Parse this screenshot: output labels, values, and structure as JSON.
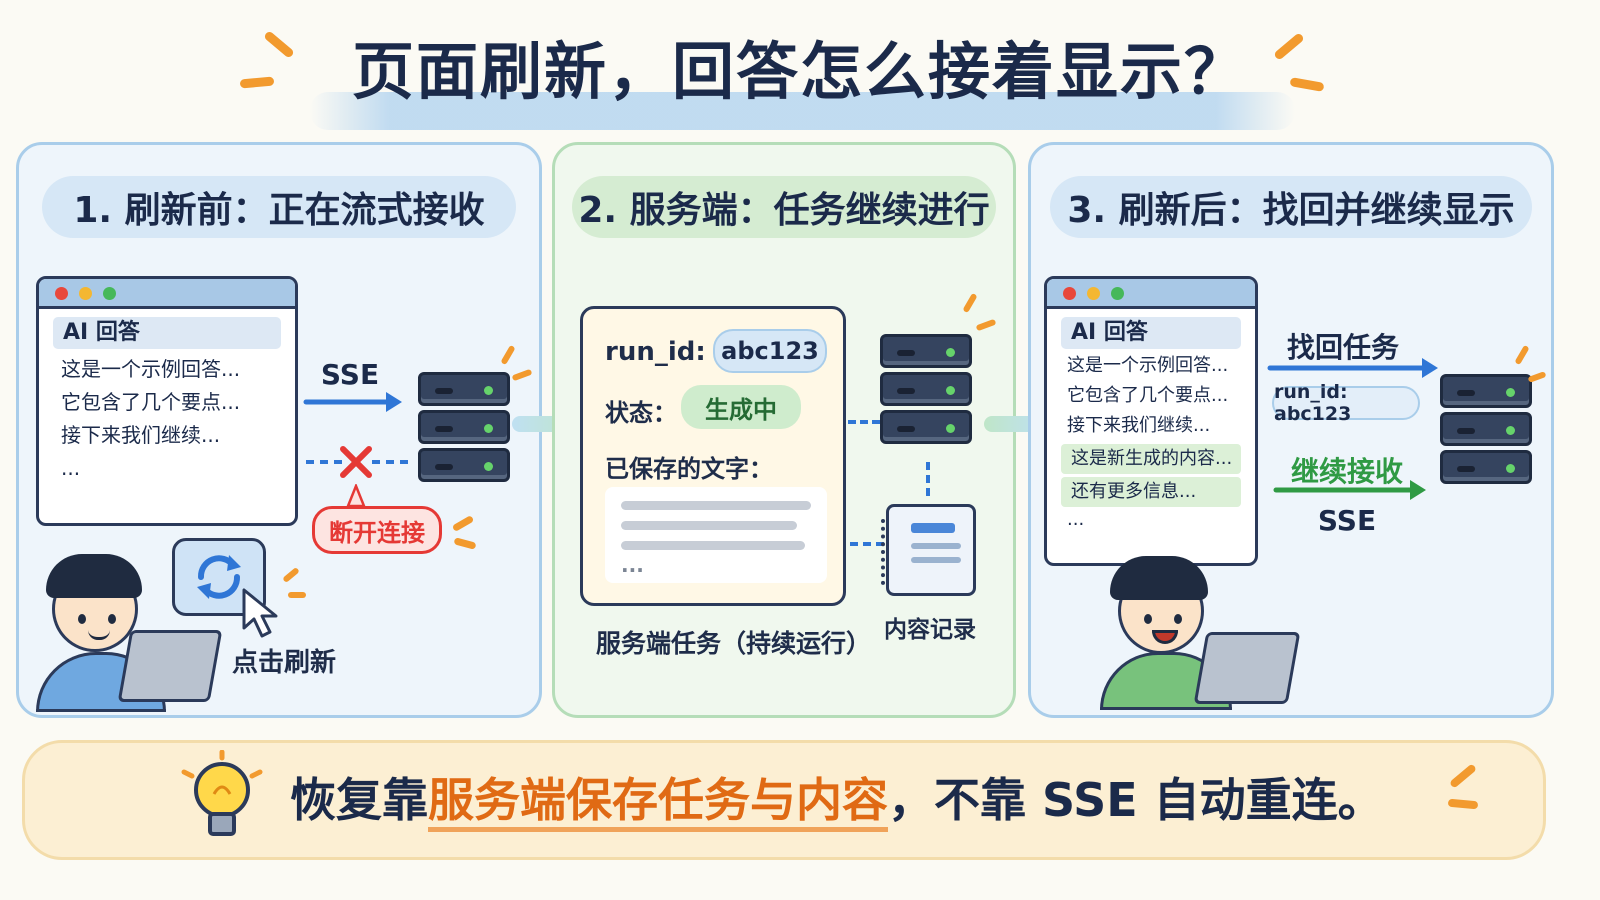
{
  "title": "页面刷新，回答怎么接着显示？",
  "panels": [
    {
      "heading": "1. 刷新前：正在流式接收",
      "browser": {
        "header": "AI 回答",
        "lines": [
          "这是一个示例回答...",
          "它包含了几个要点...",
          "接下来我们继续...",
          "..."
        ]
      },
      "sse_label": "SSE",
      "disconnect_label": "断开连接",
      "refresh_label": "点击刷新"
    },
    {
      "heading": "2. 服务端：任务继续进行",
      "card": {
        "run_id_label": "run_id:",
        "run_id_value": "abc123",
        "status_label": "状态：",
        "status_value": "生成中",
        "saved_text_label": "已保存的文字：",
        "ellipsis": "..."
      },
      "caption": "服务端任务（持续运行）",
      "record_label": "内容记录"
    },
    {
      "heading": "3. 刷新后：找回并继续显示",
      "browser": {
        "header": "AI 回答",
        "lines": [
          "这是一个示例回答...",
          "它包含了几个要点...",
          "接下来我们继续..."
        ],
        "new_lines": [
          "这是新生成的内容...",
          "还有更多信息..."
        ],
        "ellipsis": "..."
      },
      "recover_label": "找回任务",
      "run_id_pill": "run_id: abc123",
      "continue_label": "继续接收",
      "sse_label": "SSE"
    }
  ],
  "conclusion": {
    "prefix": "恢复靠",
    "highlight": "服务端保存任务与内容",
    "suffix": "，不靠 SSE 自动重连。"
  },
  "colors": {
    "accent_blue": "#2f76d6",
    "accent_green": "#2f9a44",
    "accent_red": "#e53935",
    "accent_orange": "#e06a14"
  }
}
